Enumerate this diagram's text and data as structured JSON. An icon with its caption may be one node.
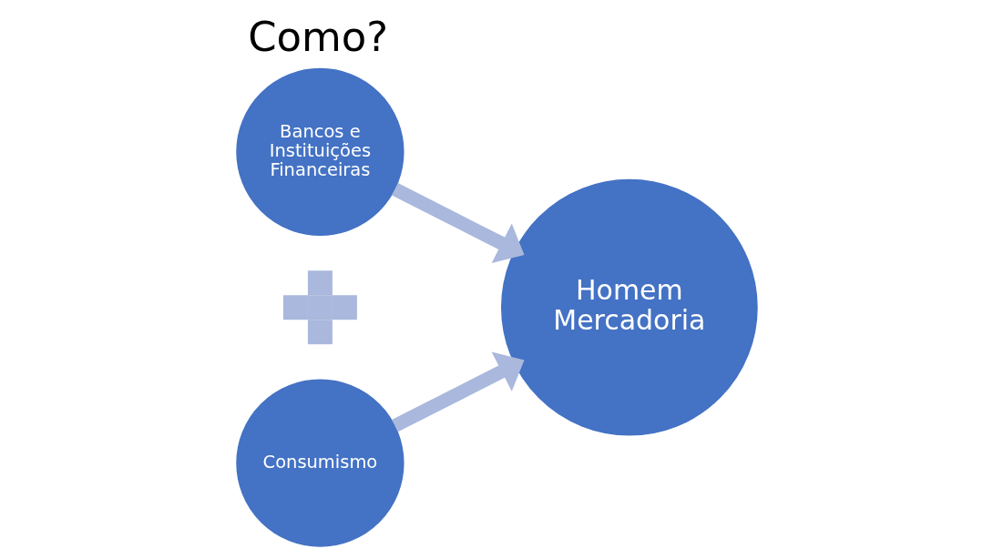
{
  "diagram": {
    "title": "Como?",
    "nodes": [
      {
        "text": [
          "Bancos e Instituições Financeiras"
        ]
      },
      {
        "text": [],
        "shape": "plus"
      },
      {
        "text": [
          "Consumismo"
        ]
      },
      {
        "text": [
          "Homem Mercadoria"
        ]
      }
    ],
    "edges": [
      {
        "from": 0,
        "to": 3,
        "arrow": "to"
      },
      {
        "from": 2,
        "to": 3,
        "arrow": "to"
      }
    ]
  }
}
